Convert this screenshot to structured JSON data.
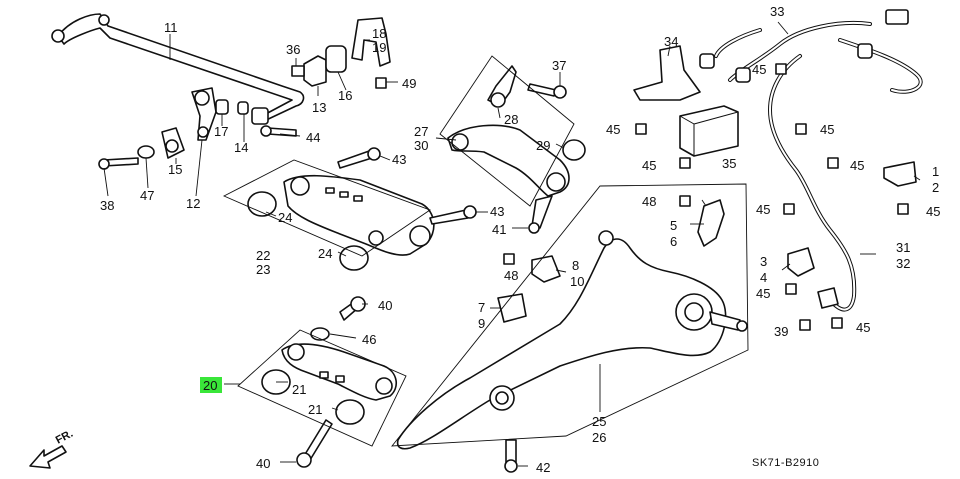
{
  "diagram": {
    "code": "SK71-B2910",
    "direction_label": "FR.",
    "highlighted_callout": "20",
    "callouts": [
      {
        "id": "c11",
        "text": "11"
      },
      {
        "id": "c12",
        "text": "12"
      },
      {
        "id": "c13",
        "text": "13"
      },
      {
        "id": "c14",
        "text": "14"
      },
      {
        "id": "c15",
        "text": "15"
      },
      {
        "id": "c16",
        "text": "16"
      },
      {
        "id": "c17",
        "text": "17"
      },
      {
        "id": "c18",
        "text": "18"
      },
      {
        "id": "c19",
        "text": "19"
      },
      {
        "id": "c36",
        "text": "36"
      },
      {
        "id": "c49",
        "text": "49"
      },
      {
        "id": "c44",
        "text": "44"
      },
      {
        "id": "c38",
        "text": "38"
      },
      {
        "id": "c47",
        "text": "47"
      },
      {
        "id": "c37",
        "text": "37"
      },
      {
        "id": "c27",
        "text": "27"
      },
      {
        "id": "c30",
        "text": "30"
      },
      {
        "id": "c28",
        "text": "28"
      },
      {
        "id": "c29",
        "text": "29"
      },
      {
        "id": "c43a",
        "text": "43"
      },
      {
        "id": "c43b",
        "text": "43"
      },
      {
        "id": "c24a",
        "text": "24"
      },
      {
        "id": "c24b",
        "text": "24"
      },
      {
        "id": "c22",
        "text": "22"
      },
      {
        "id": "c23",
        "text": "23"
      },
      {
        "id": "c41",
        "text": "41"
      },
      {
        "id": "c34",
        "text": "34"
      },
      {
        "id": "c33",
        "text": "33"
      },
      {
        "id": "c45a",
        "text": "45"
      },
      {
        "id": "c45b",
        "text": "45"
      },
      {
        "id": "c45c",
        "text": "45"
      },
      {
        "id": "c45d",
        "text": "45"
      },
      {
        "id": "c45e",
        "text": "45"
      },
      {
        "id": "c45f",
        "text": "45"
      },
      {
        "id": "c45g",
        "text": "45"
      },
      {
        "id": "c45h",
        "text": "45"
      },
      {
        "id": "c45i",
        "text": "45"
      },
      {
        "id": "c35",
        "text": "35"
      },
      {
        "id": "c1",
        "text": "1"
      },
      {
        "id": "c2",
        "text": "2"
      },
      {
        "id": "c48a",
        "text": "48"
      },
      {
        "id": "c48b",
        "text": "48"
      },
      {
        "id": "c5",
        "text": "5"
      },
      {
        "id": "c6",
        "text": "6"
      },
      {
        "id": "c8",
        "text": "8"
      },
      {
        "id": "c10",
        "text": "10"
      },
      {
        "id": "c3",
        "text": "3"
      },
      {
        "id": "c4",
        "text": "4"
      },
      {
        "id": "c31",
        "text": "31"
      },
      {
        "id": "c32",
        "text": "32"
      },
      {
        "id": "c7",
        "text": "7"
      },
      {
        "id": "c9",
        "text": "9"
      },
      {
        "id": "c40a",
        "text": "40"
      },
      {
        "id": "c40b",
        "text": "40"
      },
      {
        "id": "c46",
        "text": "46"
      },
      {
        "id": "c20",
        "text": "20"
      },
      {
        "id": "c21a",
        "text": "21"
      },
      {
        "id": "c21b",
        "text": "21"
      },
      {
        "id": "c39",
        "text": "39"
      },
      {
        "id": "c25",
        "text": "25"
      },
      {
        "id": "c26",
        "text": "26"
      },
      {
        "id": "c42",
        "text": "42"
      }
    ]
  }
}
